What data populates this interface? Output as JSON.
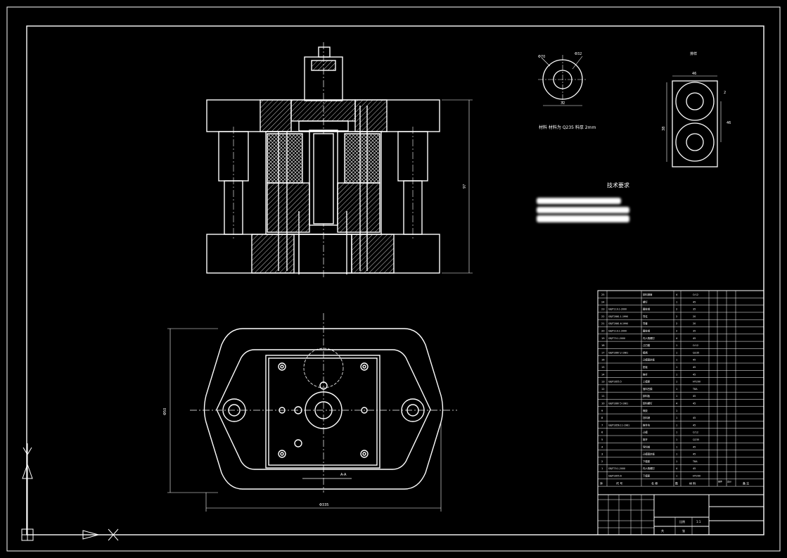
{
  "drawing": {
    "technical_requirements_heading": "技术要求",
    "dimensions": {
      "overall_height": "97",
      "width_plan": "Φ335",
      "depth_plan": "Φ50",
      "part_dia_outer": "Φ70",
      "part_dia_inner": "Φ32",
      "part_dim_bottom": "32",
      "strip_width": "46",
      "strip_pitch": "46",
      "strip_height": "38",
      "strip_side": "2"
    },
    "part_note": "材料  材料为 Q235   料厚 2mm",
    "strip_label": "排样",
    "section_label": "A-A"
  },
  "bom": {
    "rows": [
      {
        "no": "25",
        "std": "",
        "name": "卸料弹簧",
        "qty": "4",
        "mat": "Cr12"
      },
      {
        "no": "24",
        "std": "",
        "name": "螺钉",
        "qty": "1",
        "mat": "45"
      },
      {
        "no": "23",
        "std": "GB/T119.1-2000",
        "name": "圆柱销",
        "qty": "2",
        "mat": "35"
      },
      {
        "no": "22",
        "std": "GB/T2861.1-1990",
        "name": "导柱",
        "qty": "2",
        "mat": "20"
      },
      {
        "no": "21",
        "std": "GB/T2861.6-1990",
        "name": "导套",
        "qty": "2",
        "mat": "20"
      },
      {
        "no": "20",
        "std": "GB/T119.1-2000",
        "name": "圆柱销",
        "qty": "2",
        "mat": "35"
      },
      {
        "no": "19",
        "std": "GB/T70.1-2000",
        "name": "内六角螺钉",
        "qty": "4",
        "mat": "45"
      },
      {
        "no": "18",
        "std": "",
        "name": "凸凹模",
        "qty": "1",
        "mat": "Cr12"
      },
      {
        "no": "17",
        "std": "GB/T2867.2-1981",
        "name": "模柄",
        "qty": "1",
        "mat": "Q235"
      },
      {
        "no": "16",
        "std": "",
        "name": "凸模固定板",
        "qty": "1",
        "mat": "45"
      },
      {
        "no": "15",
        "std": "",
        "name": "垫板",
        "qty": "1",
        "mat": "45"
      },
      {
        "no": "14",
        "std": "",
        "name": "推杆",
        "qty": "1",
        "mat": "45"
      },
      {
        "no": "13",
        "std": "GB/T2855.5",
        "name": "上模座",
        "qty": "1",
        "mat": "HT200"
      },
      {
        "no": "12",
        "std": "",
        "name": "落料凹模",
        "qty": "1",
        "mat": "T8A"
      },
      {
        "no": "11",
        "std": "",
        "name": "卸料板",
        "qty": "1",
        "mat": "45"
      },
      {
        "no": "10",
        "std": "GB/T2867.5-1981",
        "name": "卸料螺钉",
        "qty": "4",
        "mat": "45"
      },
      {
        "no": "9",
        "std": "",
        "name": "橡胶",
        "qty": "1",
        "mat": ""
      },
      {
        "no": "8",
        "std": "",
        "name": "挡料销",
        "qty": "1",
        "mat": "45"
      },
      {
        "no": "7",
        "std": "GB/T2856.11-1981",
        "name": "推件块",
        "qty": "1",
        "mat": "45"
      },
      {
        "no": "6",
        "std": "",
        "name": "凸模",
        "qty": "1",
        "mat": "Cr12"
      },
      {
        "no": "5",
        "std": "",
        "name": "推杆",
        "qty": "1",
        "mat": "Q235"
      },
      {
        "no": "4",
        "std": "",
        "name": "导料销",
        "qty": "1",
        "mat": "45"
      },
      {
        "no": "3",
        "std": "",
        "name": "凸模固定板",
        "qty": "1",
        "mat": "45"
      },
      {
        "no": "2",
        "std": "",
        "name": "下模座",
        "qty": "1",
        "mat": "T8A"
      },
      {
        "no": "1",
        "std": "GB/T70.1-2000",
        "name": "内六角螺钉",
        "qty": "4",
        "mat": "45"
      },
      {
        "no": "",
        "std": "GB/T2855.6",
        "name": "下模座",
        "qty": "1",
        "mat": "HT200"
      }
    ],
    "header": {
      "no": "序",
      "std": "代 号",
      "name": "名 称",
      "qty": "数",
      "mat": "材 料",
      "note1": "单件",
      "note2": "总计",
      "note3": "备 注"
    },
    "title_small": {
      "scale": "比例",
      "sheet": "共",
      "count": "张",
      "ratio": "1:1"
    }
  },
  "colors": {
    "line": "#ffffff",
    "bg": "#000000",
    "frame": "#ffffff"
  }
}
